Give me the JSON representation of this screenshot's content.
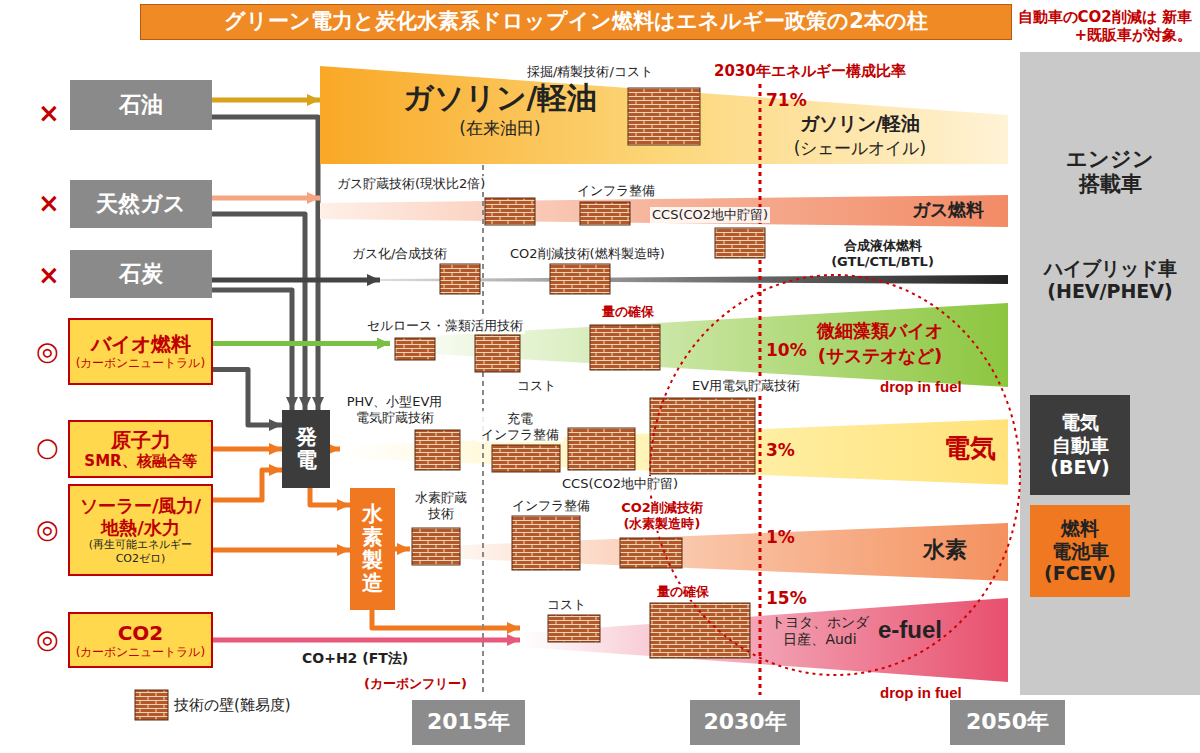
{
  "diagram": {
    "title": "グリーン電力と炭化水素系ドロップイン燃料はエネルギー政策の2本の柱",
    "nodes": [
      {
        "text": [
          "石油"
        ]
      },
      {
        "text": [
          "天然ガス"
        ]
      },
      {
        "text": [
          "石炭"
        ]
      },
      {
        "text": [
          "バイオ燃料",
          "(カーボンニュートラル)"
        ]
      },
      {
        "text": [
          "原子力",
          "SMR、核融合等"
        ]
      },
      {
        "text": [
          "ソーラー/風力/地熱/水力",
          "(再生可能エネルギー CO2ゼロ)"
        ]
      },
      {
        "text": [
          "CO2",
          "(カーボンニュートラル)"
        ]
      },
      {
        "text": [
          "発電"
        ]
      },
      {
        "text": [
          "水素製造"
        ]
      },
      {
        "text": [
          "ガソリン/軽油",
          "(在来油田)",
          "ガソリン/軽油",
          "(シェールオイル)"
        ]
      },
      {
        "text": [
          "ガス燃料"
        ]
      },
      {
        "text": [
          "合成液体燃料 (GTL/CTL/BTL)"
        ]
      },
      {
        "text": [
          "微細藻類バイオ",
          "(サステオなど)"
        ]
      },
      {
        "text": [
          "電気"
        ]
      },
      {
        "text": [
          "水素"
        ]
      },
      {
        "text": [
          "トヨタ、ホンダ 日産、Audi",
          "e-fuel"
        ]
      },
      {
        "text": [
          "エンジン 搭載車",
          "ハイブリッド車 (HEV/PHEV)"
        ]
      },
      {
        "text": [
          "電気 自動車 (BEV)"
        ],
        "in": 16
      },
      {
        "text": [
          "燃料 電池車 (FCEV)"
        ],
        "in": 16
      },
      {
        "text": [
          "2015年"
        ]
      },
      {
        "text": [
          "2030年"
        ]
      },
      {
        "text": [
          "2050年"
        ]
      }
    ],
    "edges": [
      {
        "from": 0,
        "to": 9,
        "arrow": "to"
      },
      {
        "from": 0,
        "to": 7,
        "arrow": "to"
      },
      {
        "from": 1,
        "to": 10,
        "arrow": "to"
      },
      {
        "from": 1,
        "to": 7,
        "arrow": "to"
      },
      {
        "from": 2,
        "to": 11,
        "arrow": "to"
      },
      {
        "from": 2,
        "to": 7,
        "arrow": "to"
      },
      {
        "from": 3,
        "to": 12,
        "arrow": "to"
      },
      {
        "from": 3,
        "to": 7,
        "arrow": "to"
      },
      {
        "from": 4,
        "to": 7,
        "arrow": "to"
      },
      {
        "from": 5,
        "to": 7,
        "arrow": "to"
      },
      {
        "from": 5,
        "to": 8,
        "arrow": "to"
      },
      {
        "from": 7,
        "to": 13,
        "arrow": "to"
      },
      {
        "from": 7,
        "to": 8,
        "arrow": "to"
      },
      {
        "from": 8,
        "to": 14,
        "arrow": "to"
      },
      {
        "from": 8,
        "to": 15,
        "arrow": "to"
      },
      {
        "from": 6,
        "to": 15,
        "label": "CO+H2 (FT法)",
        "arrow": "to"
      }
    ],
    "labels": [
      "自動車のCO2削減は 新車+既販車が対象。",
      "×",
      "×",
      "×",
      "◎",
      "○",
      "◎",
      "◎",
      "採掘/精製技術/コスト",
      "2030年エネルギー構成比率",
      "71%",
      "ガス貯蔵技術(現状比2倍)",
      "インフラ整備",
      "CCS(CO2地中貯留)",
      "ガス化/合成技術",
      "CO2削減技術(燃料製造時)",
      "セルロース・藻類活用技術",
      "量の確保",
      "10%",
      "コスト",
      "drop in fuel",
      "PHV、小型EV用 電気貯蔵技術",
      "充電 インフラ整備",
      "EV用電気貯蔵技術",
      "3%",
      "CCS(CO2地中貯留)",
      "水素貯蔵 技術",
      "インフラ整備",
      "CO2削減技術 (水素製造時)",
      "1%",
      "コスト",
      "量の確保",
      "15%",
      "drop in fuel",
      "(カーボンフリー)"
    ],
    "legend": [
      {
        "text": "技術の壁(難易度)"
      }
    ]
  }
}
